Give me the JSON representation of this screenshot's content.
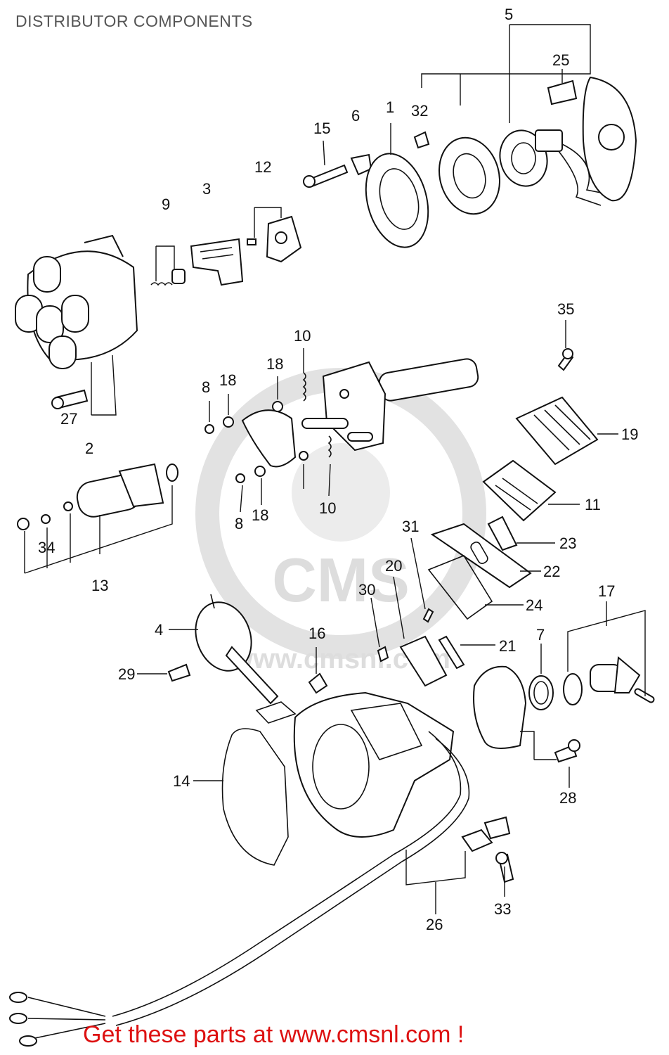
{
  "title": "DISTRIBUTOR COMPONENTS",
  "footer": "Get these parts at www.cmsnl.com !",
  "watermark": {
    "text": "CMS",
    "url": "www.cmsnl.com",
    "color": "#dddddd"
  },
  "colors": {
    "line": "#111111",
    "title": "#555555",
    "footer": "#dd1111"
  },
  "callouts": [
    "1",
    "2",
    "3",
    "4",
    "5",
    "6",
    "7",
    "8",
    "8",
    "9",
    "10",
    "10",
    "11",
    "12",
    "13",
    "14",
    "15",
    "16",
    "17",
    "18",
    "18",
    "18",
    "19",
    "20",
    "21",
    "22",
    "23",
    "24",
    "25",
    "26",
    "27",
    "28",
    "29",
    "30",
    "31",
    "32",
    "33",
    "34",
    "35"
  ]
}
